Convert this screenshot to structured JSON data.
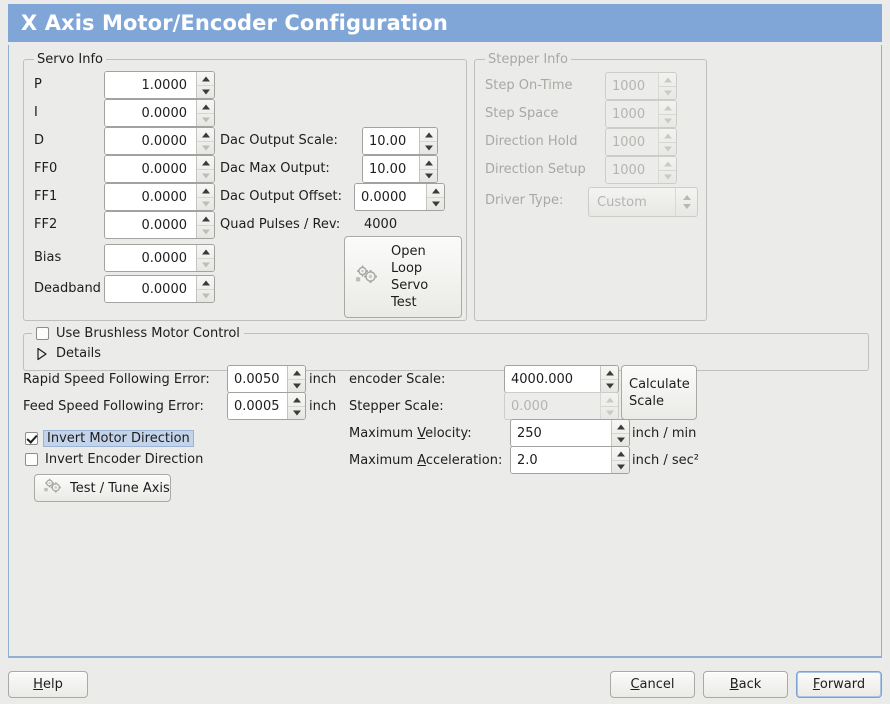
{
  "window": {
    "title": "X Axis Motor/Encoder Configuration",
    "title_bg": "#80a6d8",
    "title_fg": "#ffffff",
    "background": "#ebebe9",
    "accent_border": "#8fb0d4"
  },
  "servo_info": {
    "frame_title": "Servo Info",
    "rows": [
      {
        "label": "P",
        "value": "1.0000"
      },
      {
        "label": "I",
        "value": "0.0000"
      },
      {
        "label": "D",
        "value": "0.0000"
      },
      {
        "label": "FF0",
        "value": "0.0000"
      },
      {
        "label": "FF1",
        "value": "0.0000"
      },
      {
        "label": "FF2",
        "value": "0.0000"
      },
      {
        "label": "Bias",
        "value": "0.0000"
      },
      {
        "label": "Deadband",
        "value": "0.0000"
      }
    ],
    "dac_output_scale": {
      "label": "Dac Output Scale:",
      "value": "10.00"
    },
    "dac_max_output": {
      "label": "Dac Max Output:",
      "value": "10.00"
    },
    "dac_output_offset": {
      "label": "Dac Output Offset:",
      "value": "0.0000"
    },
    "quad_pulses": {
      "label": "Quad Pulses / Rev:",
      "value": "4000"
    },
    "open_loop_button": "Open\nLoop\nServo\nTest"
  },
  "stepper_info": {
    "frame_title": "Stepper Info",
    "disabled": true,
    "rows": [
      {
        "label": "Step On-Time",
        "value": "1000"
      },
      {
        "label": "Step Space",
        "value": "1000"
      },
      {
        "label": "Direction Hold",
        "value": "1000"
      },
      {
        "label": "Direction Setup",
        "value": "1000"
      }
    ],
    "driver_type": {
      "label": "Driver Type:",
      "value": "Custom"
    }
  },
  "brushless": {
    "checkbox_label": "Use Brushless Motor Control",
    "checked": false,
    "details_label": "Details",
    "details_expanded": false
  },
  "errors": {
    "rapid": {
      "label": "Rapid Speed Following Error:",
      "value": "0.0050",
      "unit": "inch"
    },
    "feed": {
      "label": "Feed Speed Following Error:",
      "value": "0.0005",
      "unit": "inch"
    }
  },
  "invert": {
    "motor": {
      "label": "Invert Motor Direction",
      "checked": true,
      "focused": true
    },
    "encoder": {
      "label": "Invert Encoder Direction",
      "checked": false,
      "focused": false
    }
  },
  "test_tune_button": "Test / Tune Axis",
  "scales": {
    "encoder_scale": {
      "label": "encoder Scale:",
      "value": "4000.000",
      "disabled": false
    },
    "stepper_scale": {
      "label": "Stepper Scale:",
      "value": "0.000",
      "disabled": true
    },
    "calculate_button": "Calculate\nScale",
    "max_velocity": {
      "label": "Maximum Velocity:",
      "mnemonic": "V",
      "value": "250",
      "unit": "inch / min"
    },
    "max_acceleration": {
      "label": "Maximum Acceleration:",
      "mnemonic": "A",
      "value": "2.0",
      "unit": "inch / sec²"
    }
  },
  "actions": {
    "help": {
      "label": "Help",
      "mnemonic": "H",
      "focused": false
    },
    "cancel": {
      "label": "Cancel",
      "mnemonic": "C",
      "focused": false
    },
    "back": {
      "label": "Back",
      "mnemonic": "B",
      "focused": false
    },
    "forward": {
      "label": "Forward",
      "mnemonic": "F",
      "focused": true
    }
  },
  "icons": {
    "gear": "gears-icon",
    "expander": "chevron-right-icon"
  }
}
